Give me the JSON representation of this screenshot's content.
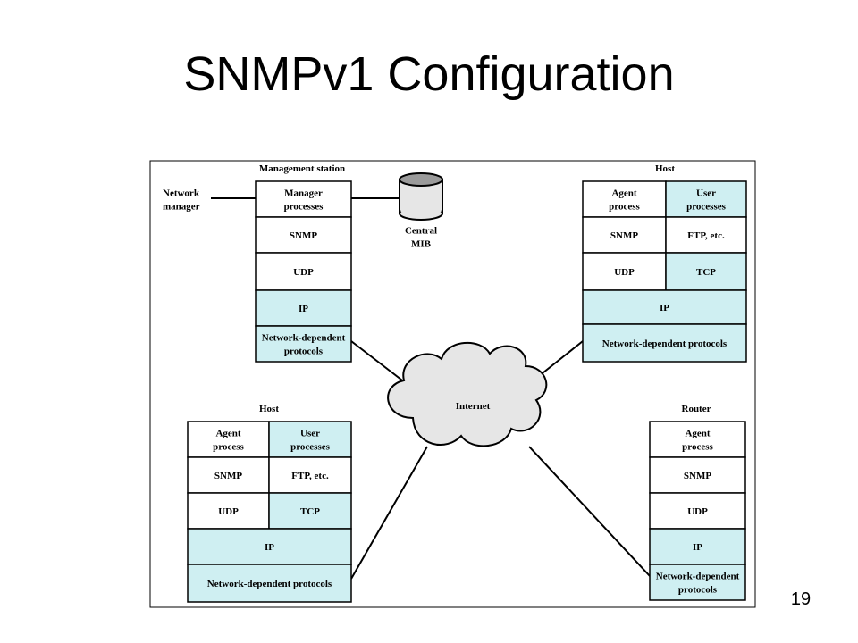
{
  "slide": {
    "title": "SNMPv1 Configuration",
    "page_number": "19"
  },
  "colors": {
    "upper_layer": "#ffffff",
    "lower_layer": "#cfeff2",
    "cloud": "#e6e6e6",
    "border": "#000000"
  },
  "diagram": {
    "mgmt": {
      "title": "Management station",
      "network_manager": [
        "Network",
        "manager"
      ],
      "central_mib": [
        "Central",
        "MIB"
      ],
      "layers": [
        [
          "Manager",
          "processes"
        ],
        [
          "SNMP"
        ],
        [
          "UDP"
        ],
        [
          "IP"
        ],
        [
          "Network-dependent",
          "protocols"
        ]
      ]
    },
    "host_tr": {
      "title": "Host",
      "agent": [
        "Agent",
        "process"
      ],
      "user": [
        "User",
        "processes"
      ],
      "snmp": "SNMP",
      "ftp": "FTP, etc.",
      "udp": "UDP",
      "tcp": "TCP",
      "ip": "IP",
      "netdep": "Network-dependent protocols"
    },
    "host_bl": {
      "title": "Host",
      "agent": [
        "Agent",
        "process"
      ],
      "user": [
        "User",
        "processes"
      ],
      "snmp": "SNMP",
      "ftp": "FTP, etc.",
      "udp": "UDP",
      "tcp": "TCP",
      "ip": "IP",
      "netdep": "Network-dependent protocols"
    },
    "router": {
      "title": "Router",
      "layers": [
        [
          "Agent",
          "process"
        ],
        [
          "SNMP"
        ],
        [
          "UDP"
        ],
        [
          "IP"
        ],
        [
          "Network-dependent",
          "protocols"
        ]
      ]
    },
    "internet": "Internet"
  }
}
